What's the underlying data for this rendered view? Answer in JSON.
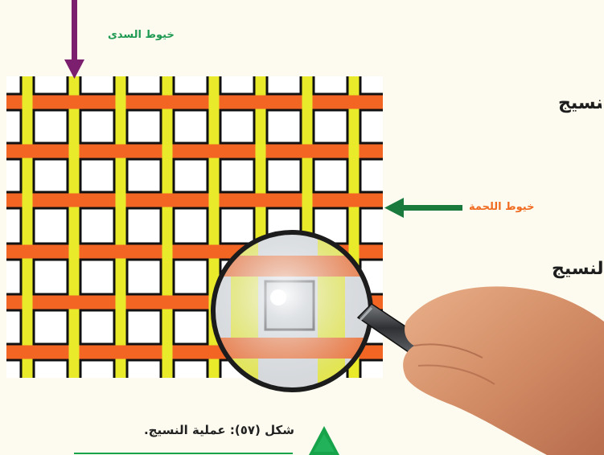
{
  "labels": {
    "warp": "خيوط السدى",
    "weft": "خيوط اللحمة"
  },
  "headings": {
    "top_fragment": "النسيج",
    "mid_fragment": "النسيج"
  },
  "caption": "شكل (٥٧): عملية النسيج.",
  "colors": {
    "warp_thread": "#e8ea2a",
    "weft_thread": "#f26522",
    "warp_arrow": "#7b1f6e",
    "weft_arrow": "#1a7a3e",
    "label_warp_text": "#1f9a52",
    "label_weft_text": "#f06a1f",
    "caption_marker": "#16a34a",
    "background": "#fdfbef"
  },
  "icons": {
    "magnifier": "magnifying-glass-icon",
    "hand": "hand-holding-magnifier",
    "warp_arrow": "arrow-down-icon",
    "weft_arrow": "arrow-left-icon",
    "caption_marker": "triangle-icon"
  }
}
